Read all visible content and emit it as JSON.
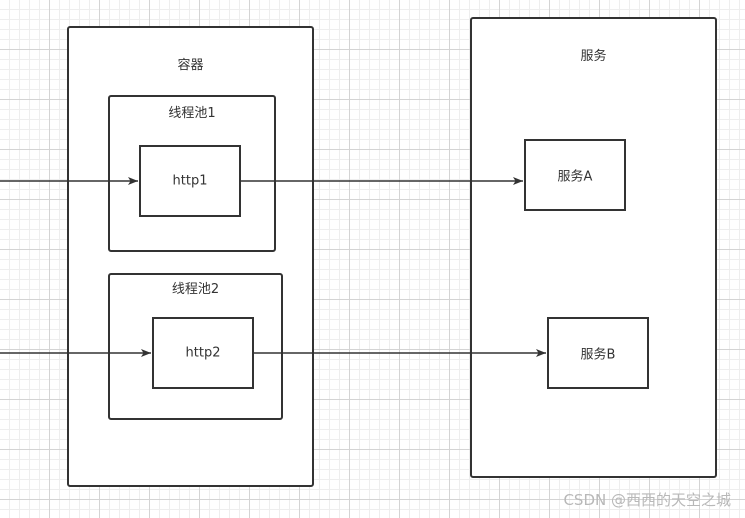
{
  "container": {
    "title": "容器"
  },
  "pool1": {
    "title": "线程池1",
    "node": "http1"
  },
  "pool2": {
    "title": "线程池2",
    "node": "http2"
  },
  "services": {
    "title": "服务",
    "a": "服务A",
    "b": "服务B"
  },
  "watermark": "CSDN @西西的天空之城"
}
